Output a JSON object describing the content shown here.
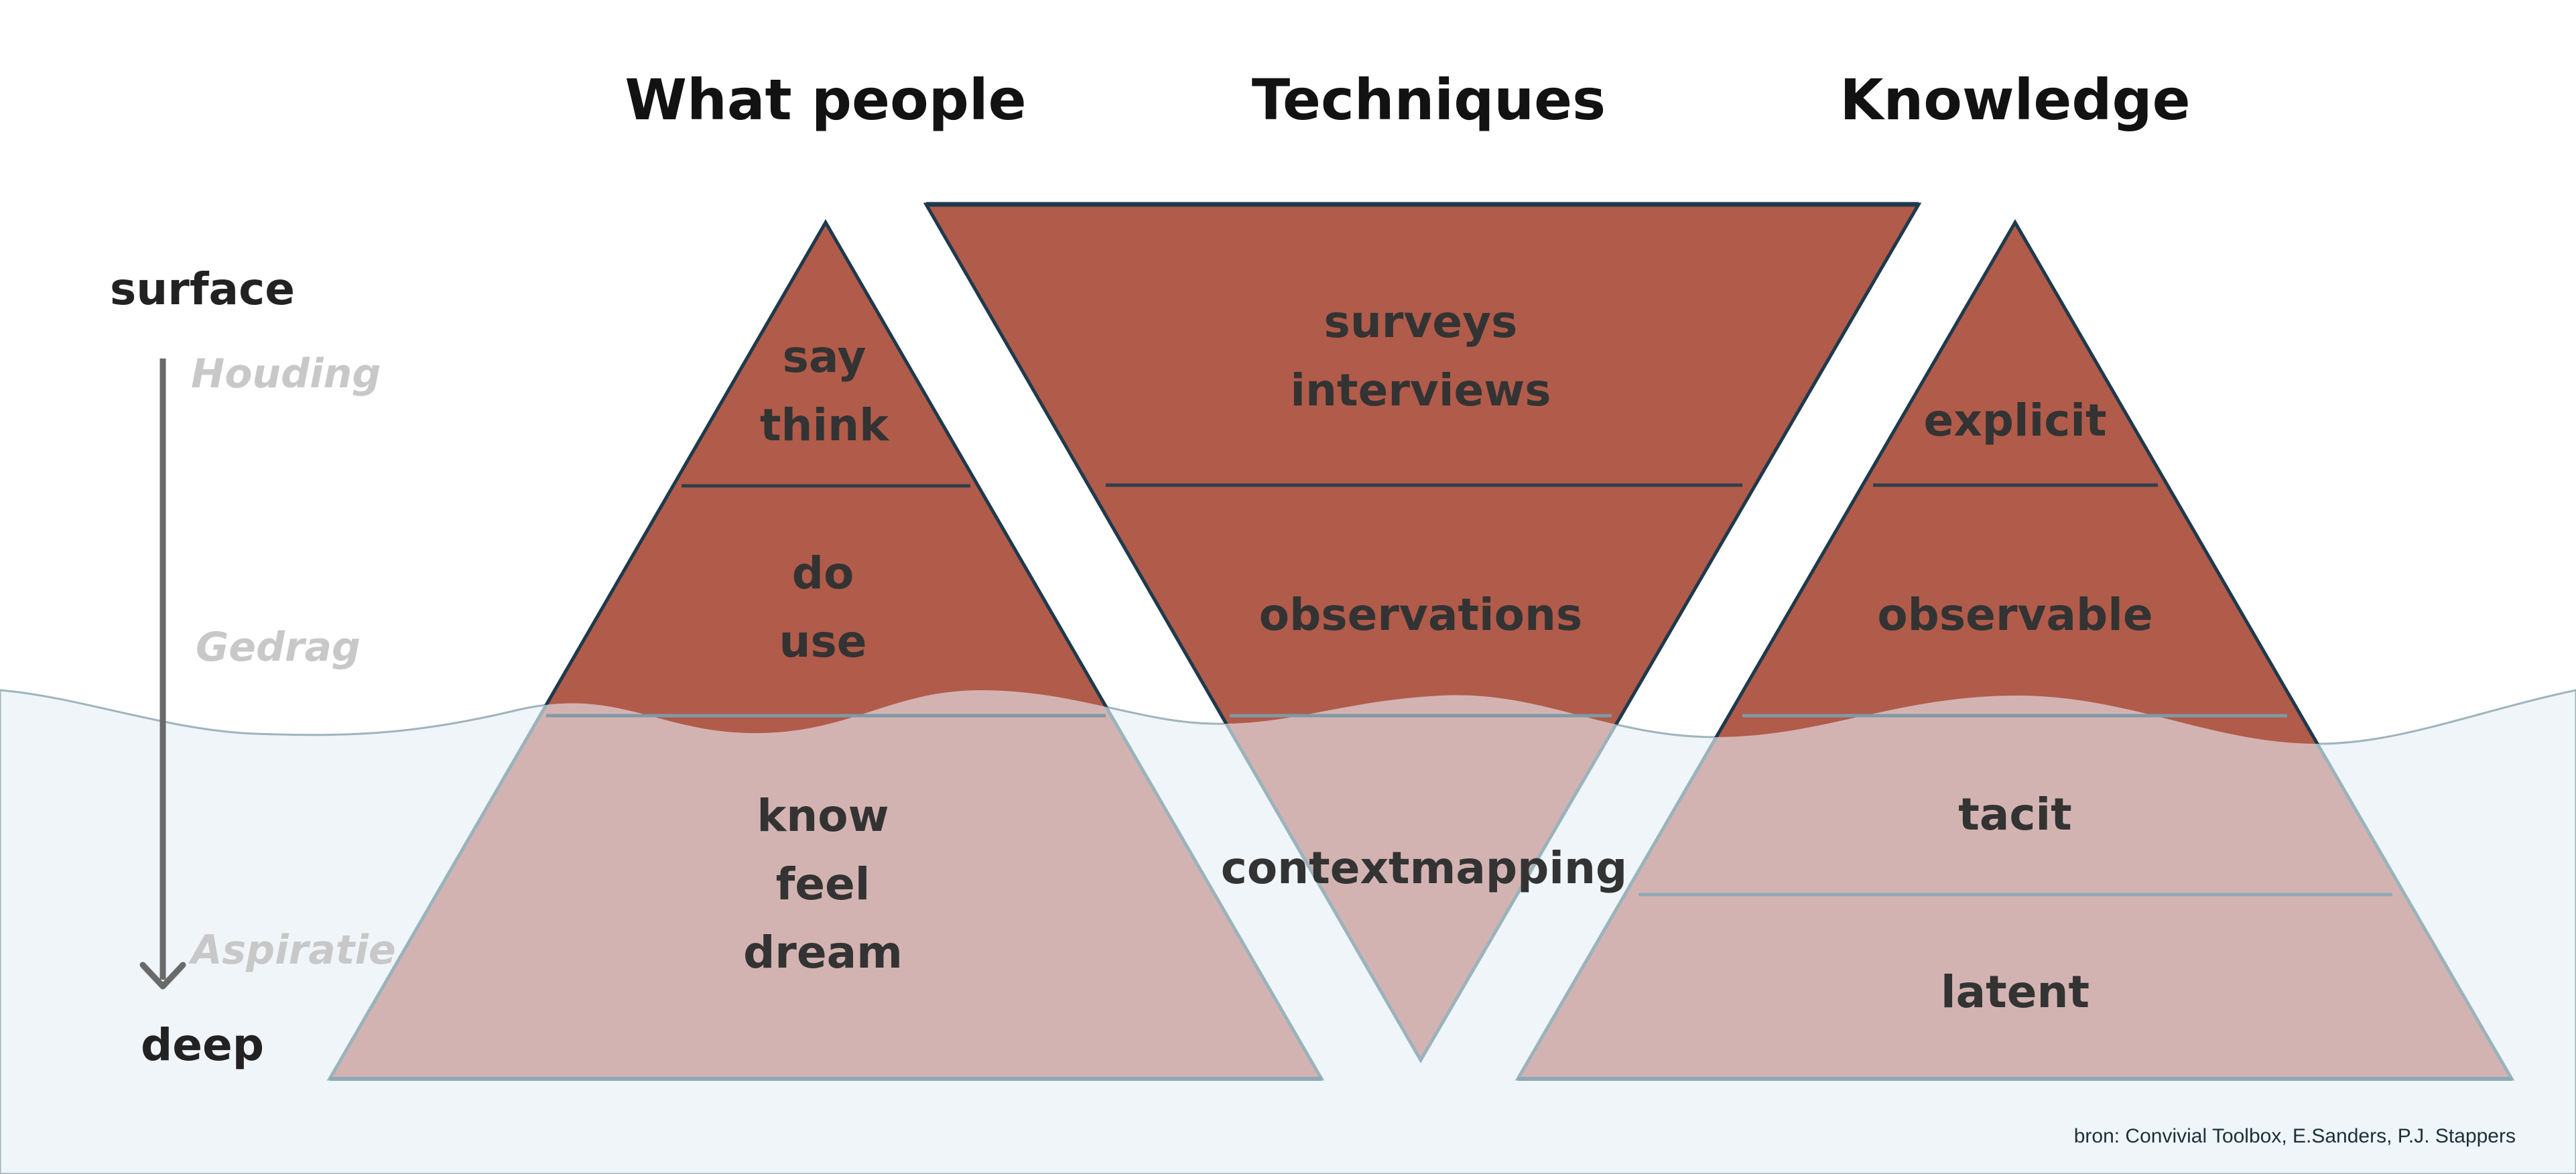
{
  "headings": {
    "what_people": "What people",
    "techniques": "Techniques",
    "knowledge": "Knowledge"
  },
  "depth_scale": {
    "top_label": "surface",
    "bottom_label": "deep",
    "levels": [
      "Houding",
      "Gedrag",
      "Aspiratie"
    ],
    "arrow_icon": "arrow-down-icon"
  },
  "what_people": {
    "layer1": [
      "say",
      "think"
    ],
    "layer2": [
      "do",
      "use"
    ],
    "layer3": [
      "know",
      "feel",
      "dream"
    ]
  },
  "techniques": {
    "layer1": [
      "surveys",
      "interviews"
    ],
    "layer2": "observations",
    "layer3": "contextmapping"
  },
  "knowledge": {
    "layer1": "explicit",
    "layer2": "observable",
    "layer3": "tacit",
    "layer4": "latent"
  },
  "source": "bron: Convivial Toolbox, E.Sanders, P.J. Stappers",
  "colors": {
    "above_water": "#b15b4a",
    "below_water": "#d3b3b1",
    "water": "#eff5f8",
    "outline": "#1e3a4c",
    "divider_dark": "#3a4a55",
    "divider_light": "#8fa9b5"
  }
}
